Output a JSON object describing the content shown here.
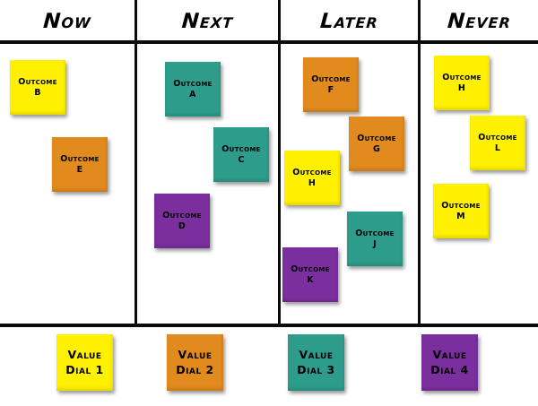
{
  "colors": {
    "yellow": "#FFF100",
    "orange": "#E18A1E",
    "teal": "#2E9C8B",
    "purple": "#7B2F9E",
    "line": "#0A0A0A",
    "text": "#000000"
  },
  "columns": [
    {
      "label": "Now"
    },
    {
      "label": "Next"
    },
    {
      "label": "Later"
    },
    {
      "label": "Never"
    }
  ],
  "notes": [
    {
      "column": "Now",
      "line1": "Outcome",
      "line2": "B",
      "color": "yellow"
    },
    {
      "column": "Now",
      "line1": "Outcome",
      "line2": "E",
      "color": "orange"
    },
    {
      "column": "Next",
      "line1": "Outcome",
      "line2": "A",
      "color": "teal"
    },
    {
      "column": "Next",
      "line1": "Outcome",
      "line2": "C",
      "color": "teal"
    },
    {
      "column": "Next",
      "line1": "Outcome",
      "line2": "D",
      "color": "purple"
    },
    {
      "column": "Later",
      "line1": "Outcome",
      "line2": "F",
      "color": "orange"
    },
    {
      "column": "Later",
      "line1": "Outcome",
      "line2": "G",
      "color": "orange"
    },
    {
      "column": "Later",
      "line1": "Outcome",
      "line2": "H",
      "color": "yellow"
    },
    {
      "column": "Later",
      "line1": "Outcome",
      "line2": "J",
      "color": "teal"
    },
    {
      "column": "Later",
      "line1": "Outcome",
      "line2": "K",
      "color": "purple"
    },
    {
      "column": "Never",
      "line1": "Outcome",
      "line2": "H",
      "color": "yellow"
    },
    {
      "column": "Never",
      "line1": "Outcome",
      "line2": "L",
      "color": "yellow"
    },
    {
      "column": "Never",
      "line1": "Outcome",
      "line2": "M",
      "color": "yellow"
    }
  ],
  "value_dials": [
    {
      "line1": "Value",
      "line2": "Dial 1",
      "color": "yellow"
    },
    {
      "line1": "Value",
      "line2": "Dial 2",
      "color": "orange"
    },
    {
      "line1": "Value",
      "line2": "Dial 3",
      "color": "teal"
    },
    {
      "line1": "Value",
      "line2": "Dial 4",
      "color": "purple"
    }
  ]
}
